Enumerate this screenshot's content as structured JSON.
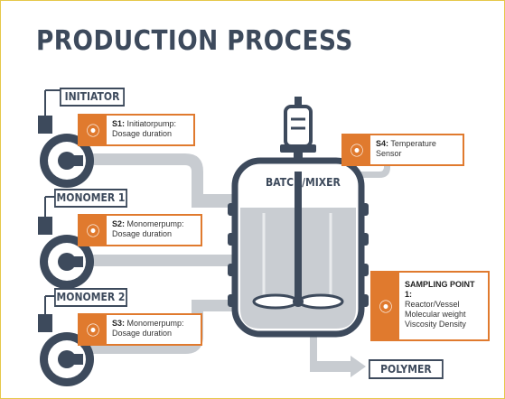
{
  "title": "PRODUCTION PROCESS",
  "vessel_label": "BATCH/MIXER",
  "inputs": [
    {
      "name": "INITIATOR",
      "sensor_code": "S1:",
      "sensor_text_1": "Initiatorpump:",
      "sensor_text_2": "Dosage duration"
    },
    {
      "name": "MONOMER 1",
      "sensor_code": "S2:",
      "sensor_text_1": "Monomerpump:",
      "sensor_text_2": "Dosage duration"
    },
    {
      "name": "MONOMER 2",
      "sensor_code": "S3:",
      "sensor_text_1": "Monomerpump:",
      "sensor_text_2": "Dosage duration"
    }
  ],
  "temperature_sensor": {
    "code": "S4:",
    "text_1": "Temperature",
    "text_2": "Sensor"
  },
  "sampling_point": {
    "line_1": "SAMPLING POINT 1:",
    "line_2": "Reactor/Vessel",
    "line_3": "Molecular weight",
    "line_4": "Viscosity Density"
  },
  "output": "POLYMER",
  "colors": {
    "accent": "#e07a2e",
    "dark": "#3d4a5c",
    "pipe": "#c8ccd1",
    "vessel_fill": "#c9cdd2",
    "border": "#e6c84a"
  },
  "icons": {
    "sensor": "wifi-signal-icon",
    "pump": "pump-icon",
    "motor": "motor-icon"
  }
}
